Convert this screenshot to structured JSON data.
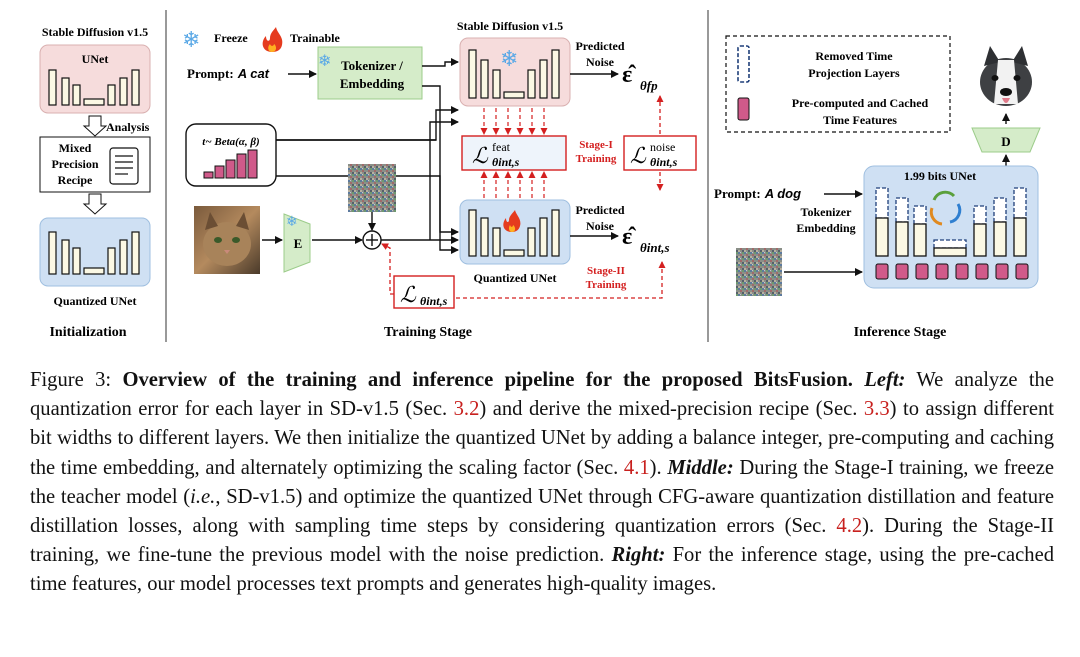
{
  "left": {
    "title": "Stable Diffusion v1.5",
    "unet_label": "UNet",
    "analysis": "Analysis",
    "recipe": [
      "Mixed",
      "Precision",
      "Recipe"
    ],
    "quantized": "Quantized UNet",
    "section": "Initialization"
  },
  "middle": {
    "legend_freeze": "Freeze",
    "legend_trainable": "Trainable",
    "prompt_label": "Prompt:",
    "prompt_value": "A cat",
    "tokenizer": [
      "Tokenizer /",
      "Embedding"
    ],
    "timestep": "t~ Beta(α, β)",
    "encoder": "E",
    "sd_title": "Stable Diffusion v1.5",
    "predicted_noise": [
      "Predicted",
      "Noise"
    ],
    "out_fp_sub": "θfp",
    "loss_feat_sup": "feat",
    "loss_sub": "θint,s",
    "loss_noise_sup": "noise",
    "stage1": [
      "Stage-I",
      "Training"
    ],
    "stage2": [
      "Stage-II",
      "Training"
    ],
    "quantized_unet": "Quantized UNet",
    "section": "Training Stage"
  },
  "right": {
    "legend_removed": [
      "Removed Time",
      "Projection Layers"
    ],
    "legend_cached": [
      "Pre-computed and Cached",
      "Time Features"
    ],
    "prompt_label": "Prompt:",
    "prompt_value": "A dog",
    "tokenizer": [
      "Tokenizer",
      "Embedding"
    ],
    "bits_unet": "1.99 bits UNet",
    "decoder": "D",
    "section": "Inference Stage"
  },
  "caption": {
    "fig_label": "Figure 3:",
    "title": "Overview of the training and inference pipeline for the proposed BitsFusion.",
    "left_label": "Left:",
    "left_text_1": "We analyze the quantization error for each layer in SD-v1.5 (Sec.",
    "ref_1": "3.2",
    "left_text_2": ") and derive the mixed-precision recipe (Sec.",
    "ref_2": "3.3",
    "left_text_3": ") to assign different bit widths to different layers. We then initialize the quantized UNet by adding a balance integer, pre-computing and caching the time embedding, and alternately optimizing the scaling factor (Sec.",
    "ref_3": "4.1",
    "left_text_4": ").",
    "middle_label": "Middle:",
    "middle_text_1": "During the Stage-I training, we freeze the teacher model (",
    "ie": "i.e.",
    "middle_text_2": ", SD-v1.5) and optimize the quantized UNet through CFG-aware quantization distillation and feature distillation losses, along with sampling time steps by considering quantization errors (Sec.",
    "ref_4": "4.2",
    "middle_text_3": "). During the Stage-II training, we fine-tune the previous model with the noise prediction.",
    "right_label": "Right:",
    "right_text": "For the inference stage, using the pre-cached time features, our model processes text prompts and generates high-quality images."
  },
  "colors": {
    "pink_box": "#f6dcdc",
    "blue_box": "#cfe0f3",
    "green_box": "#d5ecc9",
    "bar_fill": "#fbf8e4",
    "cached_feature": "#d05a8a",
    "loss_red": "#d42020"
  }
}
